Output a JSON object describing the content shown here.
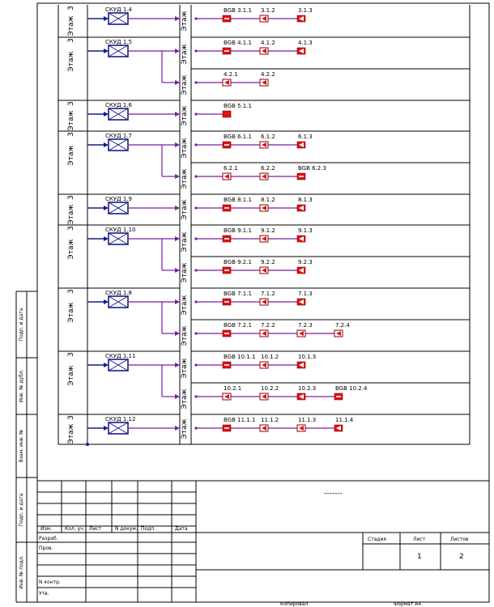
{
  "colors": {
    "line": "#000000",
    "purple": "#7a1fa2",
    "navy": "#1a1a8c",
    "red": "#e01010",
    "dark_red": "#8b0000"
  },
  "etazh_label": "Этаж",
  "floor_tag": "3",
  "side_stamps": [
    "Подп. и дата",
    "Инв. № дубл.",
    "Взам. инв. №",
    "Подп. и дата",
    "Инв. № подл."
  ],
  "rows": [
    {
      "skud": "СКУД 1.4",
      "has_tap": false,
      "main": [
        {
          "label": "BGB 3.1.1",
          "type": "bgb"
        },
        {
          "label": "3.1.2",
          "type": "flag"
        },
        {
          "label": "3.1.3",
          "type": "end"
        }
      ],
      "tap": []
    },
    {
      "skud": "СКУД 1.5",
      "has_tap": true,
      "main": [
        {
          "label": "BGB 4.1.1",
          "type": "bgb"
        },
        {
          "label": "4.1.2",
          "type": "flag"
        },
        {
          "label": "4.1.3",
          "type": "end"
        }
      ],
      "tap": [
        {
          "label": "4.2.1",
          "type": "flag"
        },
        {
          "label": "4.2.2",
          "type": "flag"
        }
      ]
    },
    {
      "skud": "СКУД 1.6",
      "has_tap": false,
      "main": [
        {
          "label": "BGB 5.1.1",
          "type": "solid"
        }
      ],
      "tap": []
    },
    {
      "skud": "СКУД 1.7",
      "has_tap": true,
      "main": [
        {
          "label": "BGB 6.1.1",
          "type": "bgb"
        },
        {
          "label": "6.1.2",
          "type": "flag"
        },
        {
          "label": "6.1.3",
          "type": "end"
        }
      ],
      "tap": [
        {
          "label": "6.2.1",
          "type": "flag"
        },
        {
          "label": "6.2.2",
          "type": "flag"
        },
        {
          "label": "BGB 6.2.3",
          "type": "bgb"
        }
      ]
    },
    {
      "skud": "СКУД 1.9",
      "has_tap": false,
      "main": [
        {
          "label": "BGB 8.1.1",
          "type": "bgb"
        },
        {
          "label": "8.1.2",
          "type": "flag"
        },
        {
          "label": "8.1.3",
          "type": "end"
        }
      ],
      "tap": []
    },
    {
      "skud": "СКУД 1.10",
      "has_tap": true,
      "main": [
        {
          "label": "BGB 9.1.1",
          "type": "bgb"
        },
        {
          "label": "9.1.2",
          "type": "flag"
        },
        {
          "label": "9.1.3",
          "type": "end"
        }
      ],
      "tap": [
        {
          "label": "BGB 9.2.1",
          "type": "bgb"
        },
        {
          "label": "9.2.2",
          "type": "flag"
        },
        {
          "label": "9.2.3",
          "type": "end"
        }
      ]
    },
    {
      "skud": "СКУД 1.8",
      "has_tap": true,
      "main": [
        {
          "label": "BGB 7.1.1",
          "type": "bgb"
        },
        {
          "label": "7.1.2",
          "type": "flag"
        },
        {
          "label": "7.1.3",
          "type": "end"
        }
      ],
      "tap": [
        {
          "label": "BGB 7.2.1",
          "type": "bgb"
        },
        {
          "label": "7.2.2",
          "type": "flag"
        },
        {
          "label": "7.2.3",
          "type": "flag"
        },
        {
          "label": "7.2.4",
          "type": "flag"
        }
      ]
    },
    {
      "skud": "СКУД 1.11",
      "has_tap": true,
      "main": [
        {
          "label": "BGB 10.1.1",
          "type": "bgb"
        },
        {
          "label": "10.1.2",
          "type": "flag"
        },
        {
          "label": "10.1.3",
          "type": "end"
        }
      ],
      "tap": [
        {
          "label": "10.2.1",
          "type": "flag"
        },
        {
          "label": "10.2.2",
          "type": "flag"
        },
        {
          "label": "10.2.3",
          "type": "end"
        },
        {
          "label": "BGB 10.2.4",
          "type": "bgb"
        }
      ]
    },
    {
      "skud": "СКУД 1.12",
      "has_tap": false,
      "main": [
        {
          "label": "BGB 11.1.1",
          "type": "bgb"
        },
        {
          "label": "11.1.2",
          "type": "flag"
        },
        {
          "label": "11.1.3",
          "type": "flag"
        },
        {
          "label": "11.1.4",
          "type": "end"
        }
      ],
      "tap": []
    }
  ],
  "title_block": {
    "headers": [
      "Изм.",
      "Кол. уч.",
      "Лист",
      "N докум.",
      "Подп.",
      "Дата"
    ],
    "rows": [
      "Разраб.",
      "Пров.",
      "",
      "",
      "N контр.",
      "Утв."
    ],
    "stage_headers": [
      "Стадия",
      "Лист",
      "Листов"
    ],
    "sheet": "1",
    "sheets": "2",
    "dashes": "-------",
    "copied": "Копировал",
    "format": "Формат А4"
  }
}
